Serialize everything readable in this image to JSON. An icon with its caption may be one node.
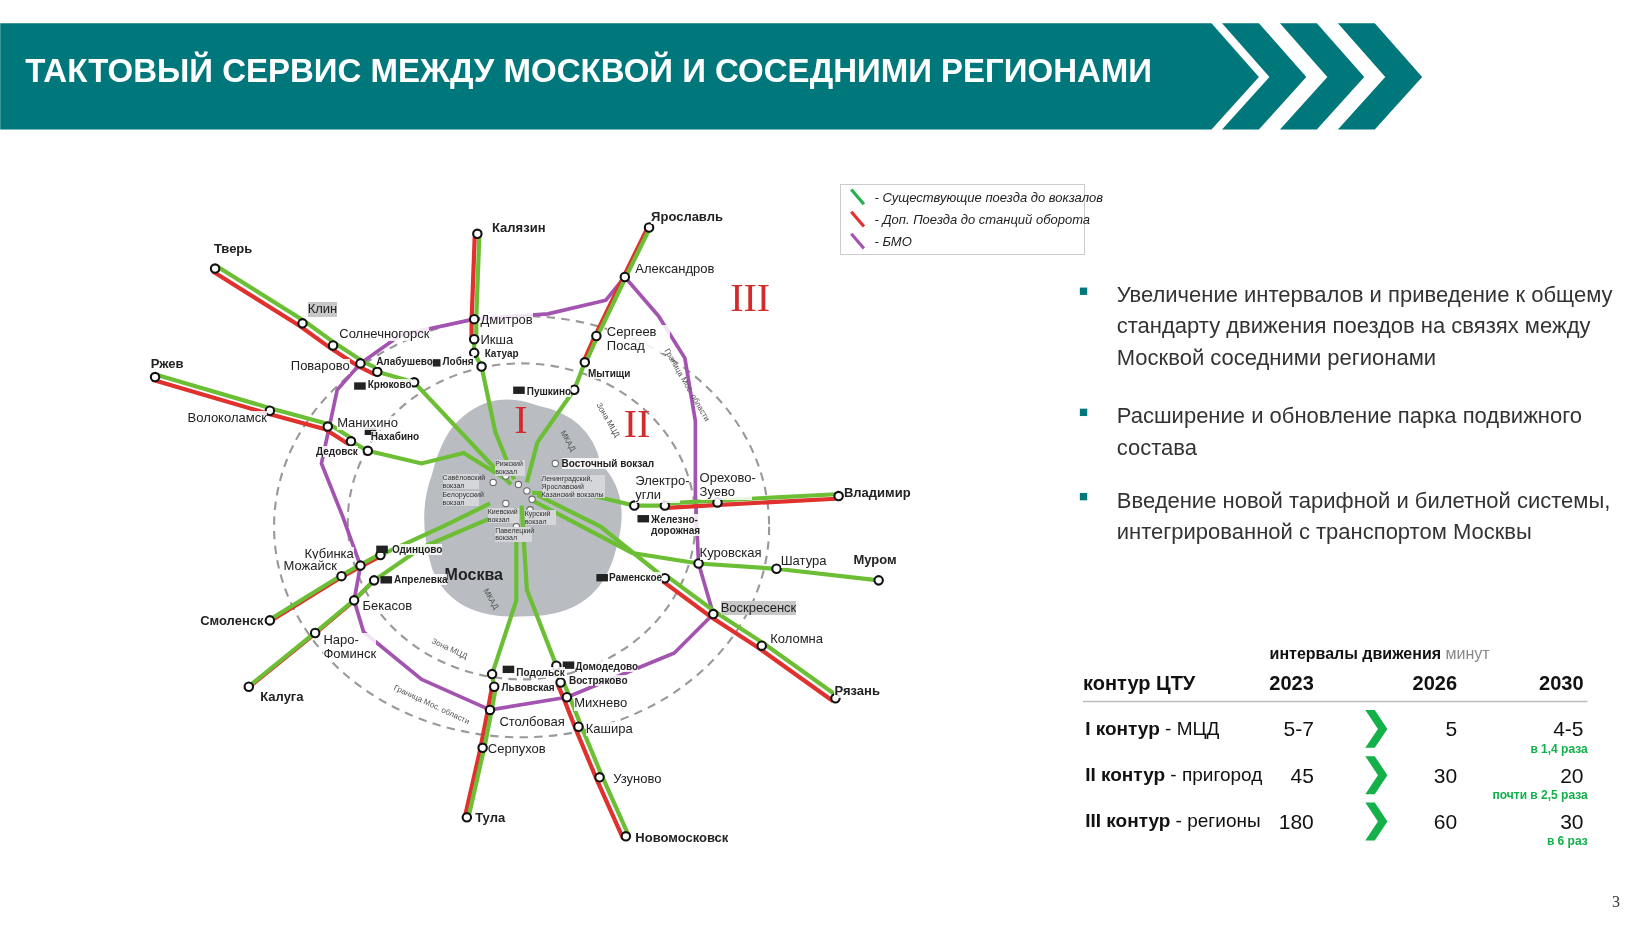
{
  "diagram": {
    "title": "ТАКТОВЫЙ СЕРВИС МЕЖДУ МОСКВОЙ И СОСЕДНИМИ РЕГИОНАМИ",
    "labels": [
      "Тверь",
      "Калязин",
      "Ярославль",
      "Александров",
      "Клин",
      "Солнечногорск",
      "Дмитров",
      "Икша",
      "Катуар",
      "Ржев",
      "Поварово",
      "Алабушево",
      "Лобня",
      "Сергеев Посад",
      "Мытищи",
      "Крюково",
      "Пушкино",
      "III",
      "Волоколамск",
      "Манихино",
      "I",
      "II",
      "Нахабино",
      "Дедовск",
      "Рижский вокзал",
      "Восточный вокзал",
      "Савёловский вокзал",
      "Ленинградский, Ярославский Казанский вокзалы",
      "Белорусский вокзал",
      "Киевский вокзал",
      "Курский вокзал",
      "Павелецкий вокзал",
      "Электро-угли",
      "Орехово-Зуево",
      "Владимир",
      "Железно-дорожная",
      "Кубинка",
      "Можайск",
      "Одинцово",
      "Москва",
      "Апрелевка",
      "Раменское",
      "Куровская",
      "Шатура",
      "Муром",
      "Бекасов",
      "Воскресенск",
      "Смоленск",
      "Наро-Фоминск",
      "Коломна",
      "Зона МЦД",
      "Подольск",
      "Домодедово",
      "Востряково",
      "Львовская",
      "Рязань",
      "Калуга",
      "Михнево",
      "Граница Мос. области",
      "Столбовая",
      "Кашира",
      "Серпухов",
      "Узуново",
      "Тула",
      "Новомосковск",
      "Зона МЦД",
      "Граница Мос. области",
      "МКАД",
      "МКАД",
      "Увеличение интервалов и приведение к общему стандарту движения поездов на связях между Москвой соседними регионами",
      "Расширение и обновление парка подвижного состава",
      "Введение новой тарифной и билетной системы, интегрированной с транспортом Москвы",
      "**интервалы движения** минут",
      "контур ЦТУ",
      "2023",
      "2026",
      "2030",
      "**I контур** - МЦД",
      "5-7",
      "5",
      "4-5",
      "в 1,4 раза",
      "**II контур** - пригород",
      "45",
      "30",
      "20",
      "почти в 2,5 раза",
      "**III контур** - регионы",
      "180",
      "60",
      "30",
      "в 6 раз",
      "3"
    ],
    "legend": [
      {
        "text": "- Существующие поезда до вокзалов"
      },
      {
        "text": "- Доп. Поезда до станций оборота"
      },
      {
        "text": "- БМО"
      }
    ]
  }
}
